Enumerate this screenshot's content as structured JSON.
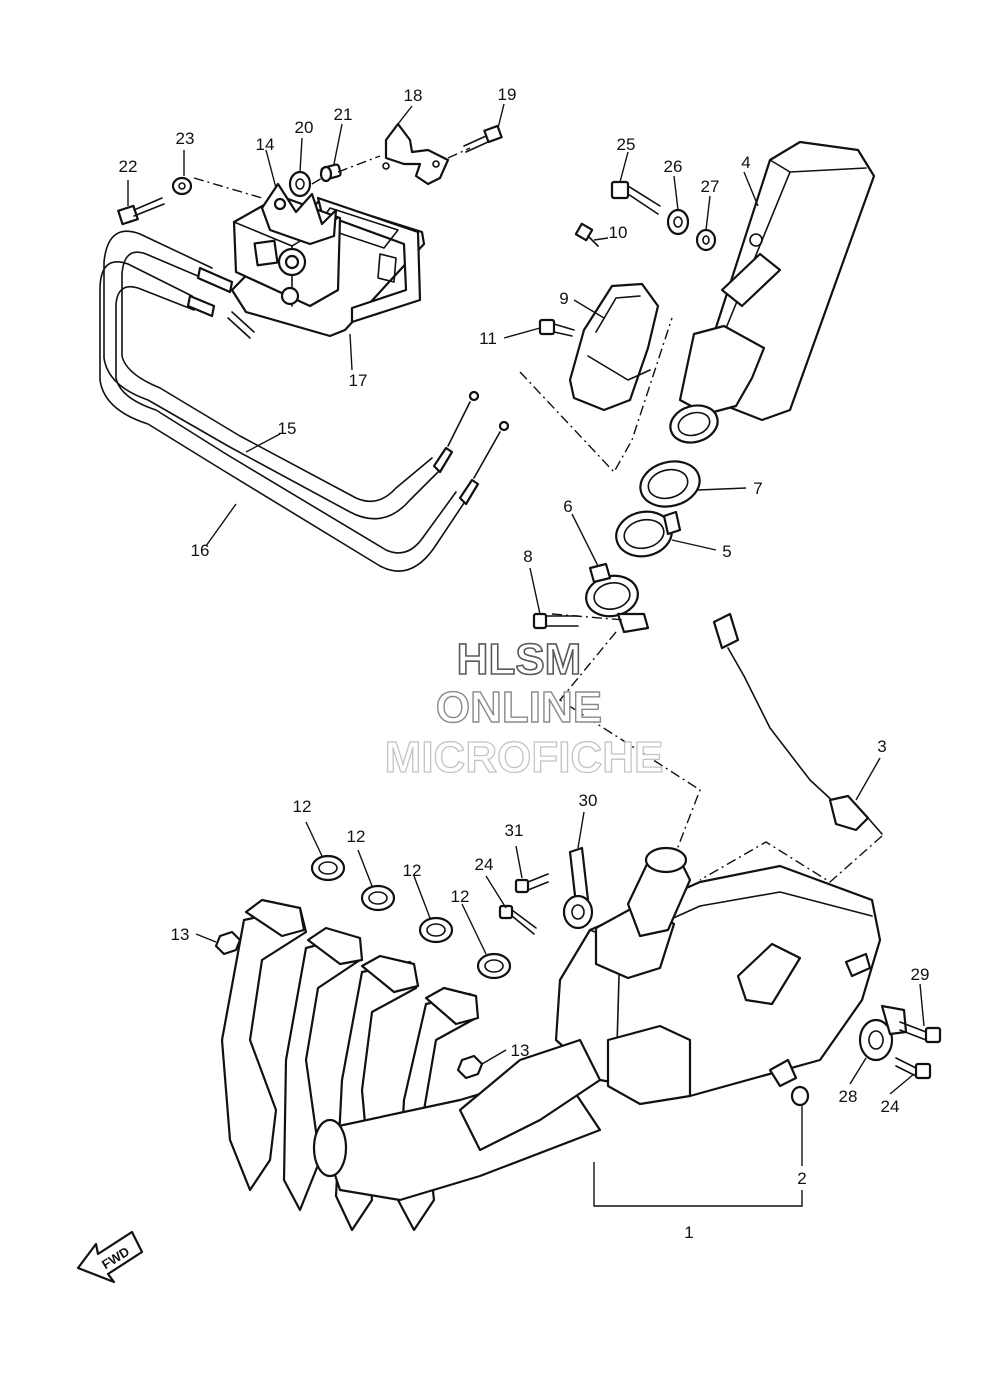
{
  "watermark": {
    "line1": "HLSM",
    "line2": "ONLINE",
    "line3": "MICROFICHE"
  },
  "direction_badge": "FWD",
  "callouts": [
    {
      "id": "c1",
      "label": "1"
    },
    {
      "id": "c2",
      "label": "2"
    },
    {
      "id": "c3",
      "label": "3"
    },
    {
      "id": "c4",
      "label": "4"
    },
    {
      "id": "c5",
      "label": "5"
    },
    {
      "id": "c6",
      "label": "6"
    },
    {
      "id": "c7",
      "label": "7"
    },
    {
      "id": "c8",
      "label": "8"
    },
    {
      "id": "c9",
      "label": "9"
    },
    {
      "id": "c10",
      "label": "10"
    },
    {
      "id": "c11",
      "label": "11"
    },
    {
      "id": "c12a",
      "label": "12"
    },
    {
      "id": "c12b",
      "label": "12"
    },
    {
      "id": "c12c",
      "label": "12"
    },
    {
      "id": "c12d",
      "label": "12"
    },
    {
      "id": "c13a",
      "label": "13"
    },
    {
      "id": "c13b",
      "label": "13"
    },
    {
      "id": "c14",
      "label": "14"
    },
    {
      "id": "c15",
      "label": "15"
    },
    {
      "id": "c16",
      "label": "16"
    },
    {
      "id": "c17",
      "label": "17"
    },
    {
      "id": "c18",
      "label": "18"
    },
    {
      "id": "c19",
      "label": "19"
    },
    {
      "id": "c20",
      "label": "20"
    },
    {
      "id": "c21",
      "label": "21"
    },
    {
      "id": "c22",
      "label": "22"
    },
    {
      "id": "c23",
      "label": "23"
    },
    {
      "id": "c24a",
      "label": "24"
    },
    {
      "id": "c24b",
      "label": "24"
    },
    {
      "id": "c25",
      "label": "25"
    },
    {
      "id": "c26",
      "label": "26"
    },
    {
      "id": "c27",
      "label": "27"
    },
    {
      "id": "c28",
      "label": "28"
    },
    {
      "id": "c29",
      "label": "29"
    },
    {
      "id": "c30",
      "label": "30"
    },
    {
      "id": "c31",
      "label": "31"
    }
  ]
}
